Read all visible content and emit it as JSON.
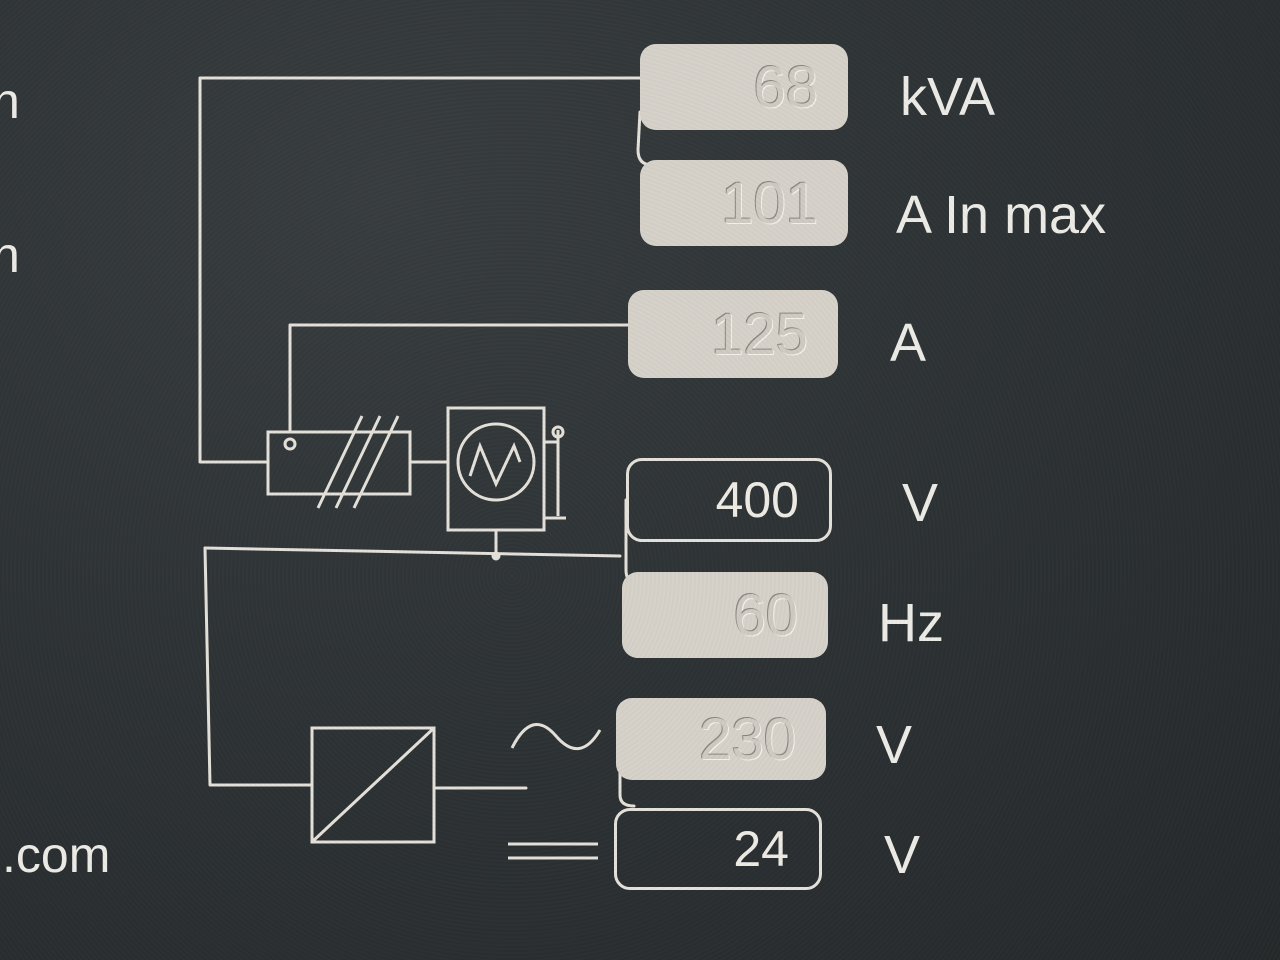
{
  "ratings": {
    "kva": {
      "value": "68",
      "unit": "kVA"
    },
    "current_max": {
      "value": "101",
      "unit": "A In max"
    },
    "breaker": {
      "value": "125",
      "unit": "A"
    },
    "voltage": {
      "value": "400",
      "unit": "V"
    },
    "frequency": {
      "value": "60",
      "unit": "Hz"
    },
    "ac_output": {
      "value": "230",
      "unit": "V"
    },
    "dc_output": {
      "value": "24",
      "unit": "V"
    }
  },
  "edge": {
    "left_top": "n",
    "left_mid": "n",
    "website_fragment": ".com"
  },
  "colors": {
    "plate": "#2e3335",
    "engraving": "#e4e1da",
    "filled_box": "#d6d2ca"
  },
  "icons": [
    "breaker-symbol-icon",
    "generator-symbol-icon",
    "converter-symbol-icon",
    "ac-wave-icon",
    "dc-lines-icon"
  ]
}
